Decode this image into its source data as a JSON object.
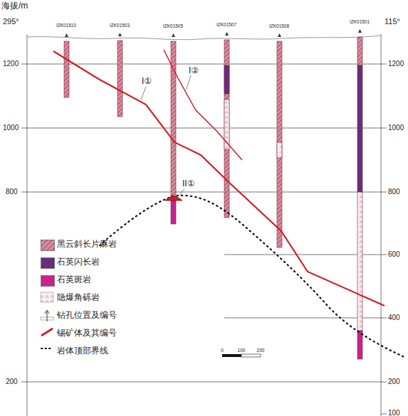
{
  "diagram": {
    "labels": [
      "海拔/m",
      "295°",
      "115°",
      "IZK01510",
      "IZK01503",
      "IZK01505",
      "IZK01507",
      "IZK01508",
      "IZK01501",
      "1200",
      "1000",
      "800",
      "200",
      "1200",
      "1000",
      "800",
      "600",
      "400",
      "200",
      "100",
      "I①",
      "I②",
      "II①",
      "0",
      "100",
      "200"
    ],
    "legend": [
      {
        "text": "黑云斜长片麻岩",
        "color": "#d98a9c"
      },
      {
        "text": "石英闪长岩",
        "color": "#6a2c7c"
      },
      {
        "text": "石英斑岩",
        "color": "#c8238c"
      },
      {
        "text": "隐爆角砾岩"
      },
      {
        "text": "钻孔位置及编号"
      },
      {
        "text": "锡矿体及其编号"
      },
      {
        "text": "岩体顶部界线"
      }
    ]
  }
}
